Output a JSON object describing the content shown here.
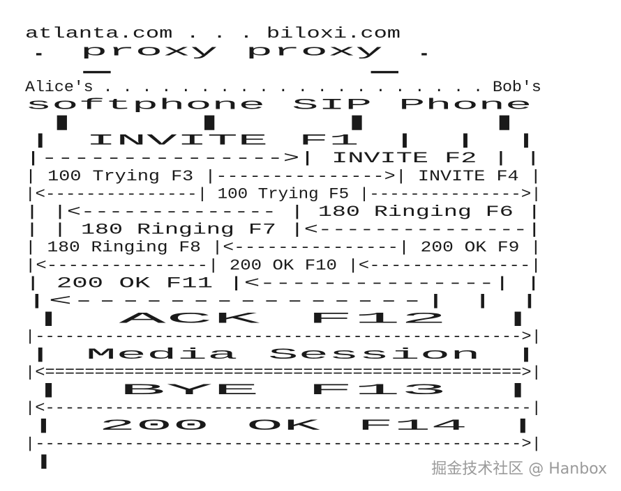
{
  "lines": [
    "           atlanta.com  . . . biloxi.com",
    "       .      proxy              proxy     .",
    "     .                                       .",
    "Alice's  . . . . . . . . . . . . . . . . . . . .  Bob's",
    "softphone                                    SIP Phone",
    "   |                |                |                |",
    "   |    INVITE F1   |                |                |",
    "   |--------------->|    INVITE F2   |                |",
    "   |  100 Trying F3 |--------------->|    INVITE F4   |",
    "   |<---------------| 100 Trying F5  |--------------->|",
    "   |                |<-------------- | 180 Ringing F6 |",
    "   |                | 180 Ringing F7 |<---------------|",
    "   | 180 Ringing F8 |<---------------|     200 OK F9  |",
    "   |<---------------|     200 OK F10 |<---------------|",
    "   |     200 OK F11 |<---------------|                |",
    "   |<---------------|                |                |",
    "   |                       ACK F12                    |",
    "   |------------------------------------------------->|",
    "   |                   Media Session                  |",
    "   |<================================================>|",
    "   |                       BYE F13                    |",
    "   |<-------------------------------------------------|",
    "   |                     200 OK F14                   |",
    "   |------------------------------------------------->|",
    "   |"
  ],
  "watermark": "掘金技术社区 @ Hanbox"
}
